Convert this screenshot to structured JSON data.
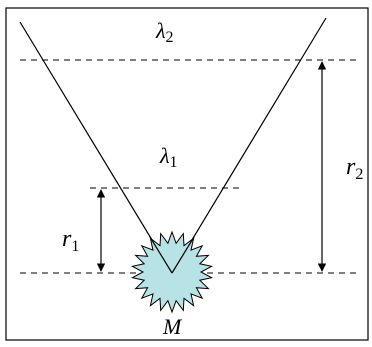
{
  "labels": {
    "lambda2": {
      "main": "λ",
      "sub": "2"
    },
    "lambda1": {
      "main": "λ",
      "sub": "1"
    },
    "r2": {
      "main": "r",
      "sub": "2"
    },
    "r1": {
      "main": "r",
      "sub": "1"
    },
    "mass": "M"
  },
  "colors": {
    "border": "#000000",
    "line": "#000000",
    "dashed": "#000000",
    "mass_fill": "#b7e3e6",
    "mass_stroke": "#000000"
  }
}
